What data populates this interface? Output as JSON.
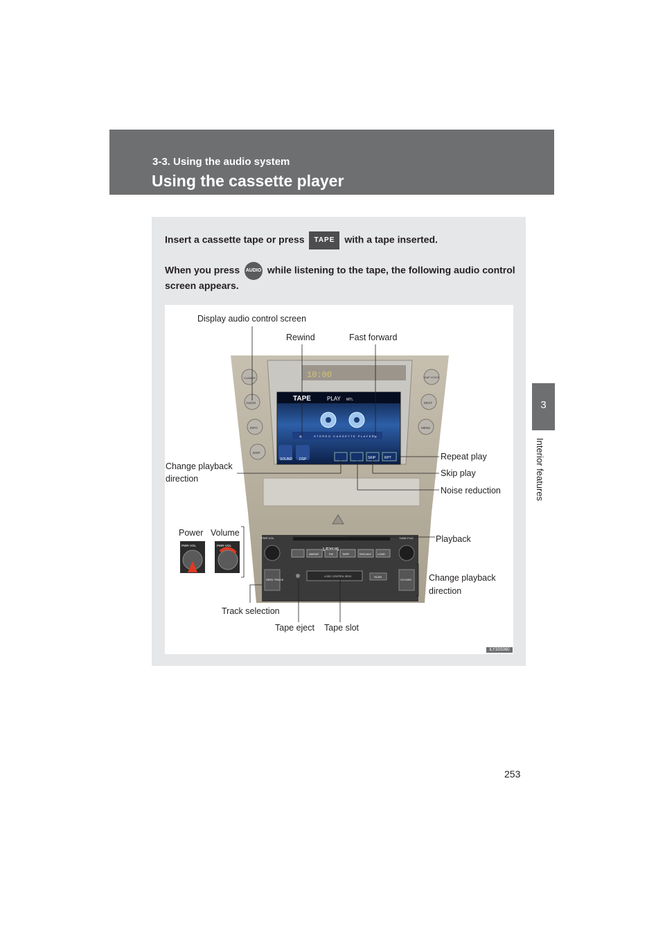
{
  "header": {
    "section": "3-3. Using the audio system",
    "title": "Using the cassette player"
  },
  "side_tab": {
    "number": "3",
    "label": "Interior features"
  },
  "page_number": "253",
  "intro": {
    "line1_before": "Insert a cassette tape or press",
    "line1_button": "TAPE",
    "line1_after": "with a tape inserted.",
    "line2_before": "When you press",
    "line2_button": "AUDIO",
    "line2_after": "while listening to the tape, the following audio control",
    "line3": "screen appears."
  },
  "figure": {
    "callouts": {
      "display_audio": "Display audio control screen",
      "rewind": "Rewind",
      "fast_forward": "Fast forward",
      "repeat_play": "Repeat play",
      "skip_play": "Skip play",
      "noise_reduction": "Noise reduction",
      "change_dir_left_1": "Change playback",
      "change_dir_left_2": "direction",
      "power": "Power",
      "volume": "Volume",
      "playback": "Playback",
      "change_dir_right_1": "Change playback",
      "change_dir_right_2": "direction",
      "track_selection": "Track selection",
      "tape_eject": "Tape eject",
      "tape_slot": "Tape slot"
    },
    "screen": {
      "mode": "TAPE",
      "status": "PLAY",
      "mtl": "MTL",
      "caption": "STEREO CASSETTE PLAYER",
      "sound_btn": "SOUND",
      "dsp_btn": "DSP",
      "skip_btn": "SKIP",
      "rpt_btn": "RPT",
      "clock": "10:00"
    },
    "console": {
      "audio_btn": "AUDIO",
      "climate_btn": "CLIMATE",
      "info_btn": "INFO",
      "disp_btn": "DISP",
      "map_btn": "MAP VOICE",
      "dest_btn": "DEST",
      "menu_btn": "MENU",
      "pwr_vol": "PWR·VOL",
      "tune_file": "TUNE·FILE",
      "seek_track": "SEEK TRACK",
      "ch_disc": "CH DISC",
      "scan": "SCAN",
      "logic": "LOGIC CONTROL DECK",
      "lexus": "LEXUS",
      "row_buttons": [
        "AM/SAT",
        "FM",
        "TAPE",
        "DISC•AUX",
        "LOAD"
      ]
    },
    "inset_label": "PWR·VOL",
    "code": "ILY33S060"
  }
}
